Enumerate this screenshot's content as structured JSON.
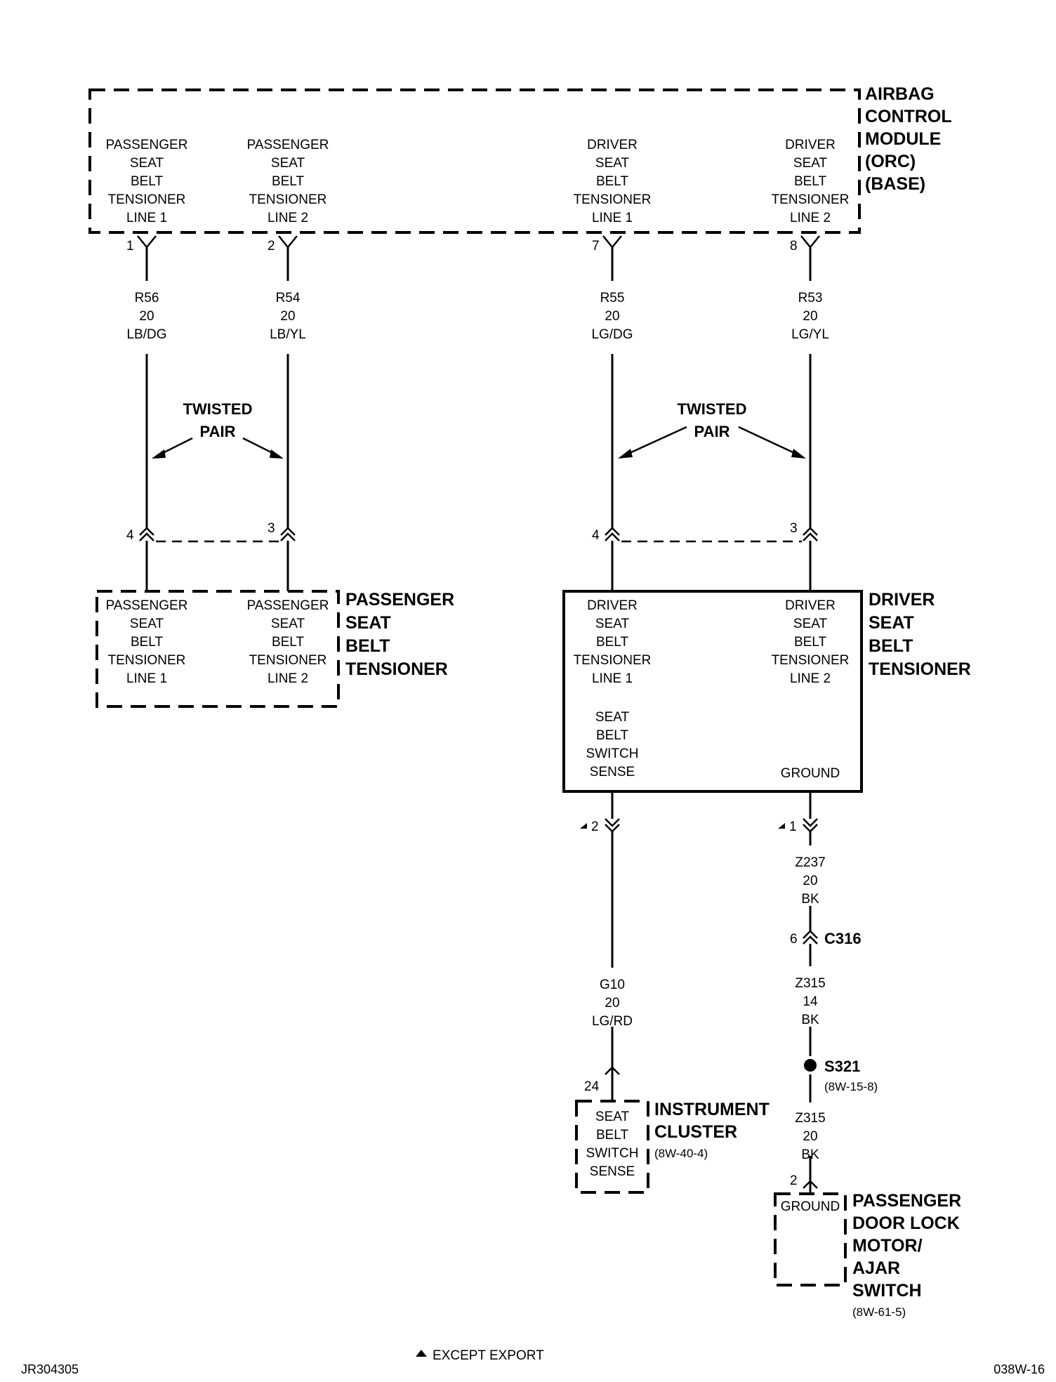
{
  "airbag_module": {
    "title": [
      "AIRBAG",
      "CONTROL",
      "MODULE",
      "(ORC)",
      "(BASE)"
    ],
    "pins": [
      {
        "lines": [
          "PASSENGER",
          "SEAT",
          "BELT",
          "TENSIONER",
          "LINE 1"
        ],
        "pin": "1"
      },
      {
        "lines": [
          "PASSENGER",
          "SEAT",
          "BELT",
          "TENSIONER",
          "LINE 2"
        ],
        "pin": "2"
      },
      {
        "lines": [
          "DRIVER",
          "SEAT",
          "BELT",
          "TENSIONER",
          "LINE 1"
        ],
        "pin": "7"
      },
      {
        "lines": [
          "DRIVER",
          "SEAT",
          "BELT",
          "TENSIONER",
          "LINE 2"
        ],
        "pin": "8"
      }
    ]
  },
  "wires": [
    {
      "circuit": "R56",
      "gauge": "20",
      "color": "LB/DG"
    },
    {
      "circuit": "R54",
      "gauge": "20",
      "color": "LB/YL"
    },
    {
      "circuit": "R55",
      "gauge": "20",
      "color": "LG/DG"
    },
    {
      "circuit": "R53",
      "gauge": "20",
      "color": "LG/YL"
    }
  ],
  "twisted_pair": [
    "TWISTED",
    "PAIR"
  ],
  "passenger_tensioner": {
    "title": [
      "PASSENGER",
      "SEAT",
      "BELT",
      "TENSIONER"
    ],
    "pins": [
      {
        "pin": "4",
        "lines": [
          "PASSENGER",
          "SEAT",
          "BELT",
          "TENSIONER",
          "LINE 1"
        ]
      },
      {
        "pin": "3",
        "lines": [
          "PASSENGER",
          "SEAT",
          "BELT",
          "TENSIONER",
          "LINE 2"
        ]
      }
    ]
  },
  "driver_tensioner": {
    "title": [
      "DRIVER",
      "SEAT",
      "BELT",
      "TENSIONER"
    ],
    "pins": [
      {
        "pin": "4",
        "lines": [
          "DRIVER",
          "SEAT",
          "BELT",
          "TENSIONER",
          "LINE 1"
        ]
      },
      {
        "pin": "3",
        "lines": [
          "DRIVER",
          "SEAT",
          "BELT",
          "TENSIONER",
          "LINE 2"
        ]
      }
    ],
    "switch_sense": [
      "SEAT",
      "BELT",
      "SWITCH",
      "SENSE"
    ],
    "ground": "GROUND",
    "pin_switch": "2",
    "pin_ground": "1"
  },
  "lower_wires": {
    "g10": [
      "G10",
      "20",
      "LG/RD"
    ],
    "z237": [
      "Z237",
      "20",
      "BK"
    ],
    "z315a": [
      "Z315",
      "14",
      "BK"
    ],
    "z315b": [
      "Z315",
      "20",
      "BK"
    ]
  },
  "connector_c316": {
    "pin": "6",
    "name": "C316"
  },
  "splice_s321": {
    "name": "S321",
    "ref": "(8W-15-8)"
  },
  "instrument_cluster": {
    "pin": "24",
    "lines": [
      "SEAT",
      "BELT",
      "SWITCH",
      "SENSE"
    ],
    "title": [
      "INSTRUMENT",
      "CLUSTER"
    ],
    "ref": "(8W-40-4)"
  },
  "door_lock": {
    "pin": "2",
    "label": "GROUND",
    "title": [
      "PASSENGER",
      "DOOR LOCK",
      "MOTOR/",
      "AJAR",
      "SWITCH"
    ],
    "ref": "(8W-61-5)"
  },
  "footer": {
    "left": "JR304305",
    "center": "EXCEPT EXPORT",
    "right": "038W-16"
  }
}
